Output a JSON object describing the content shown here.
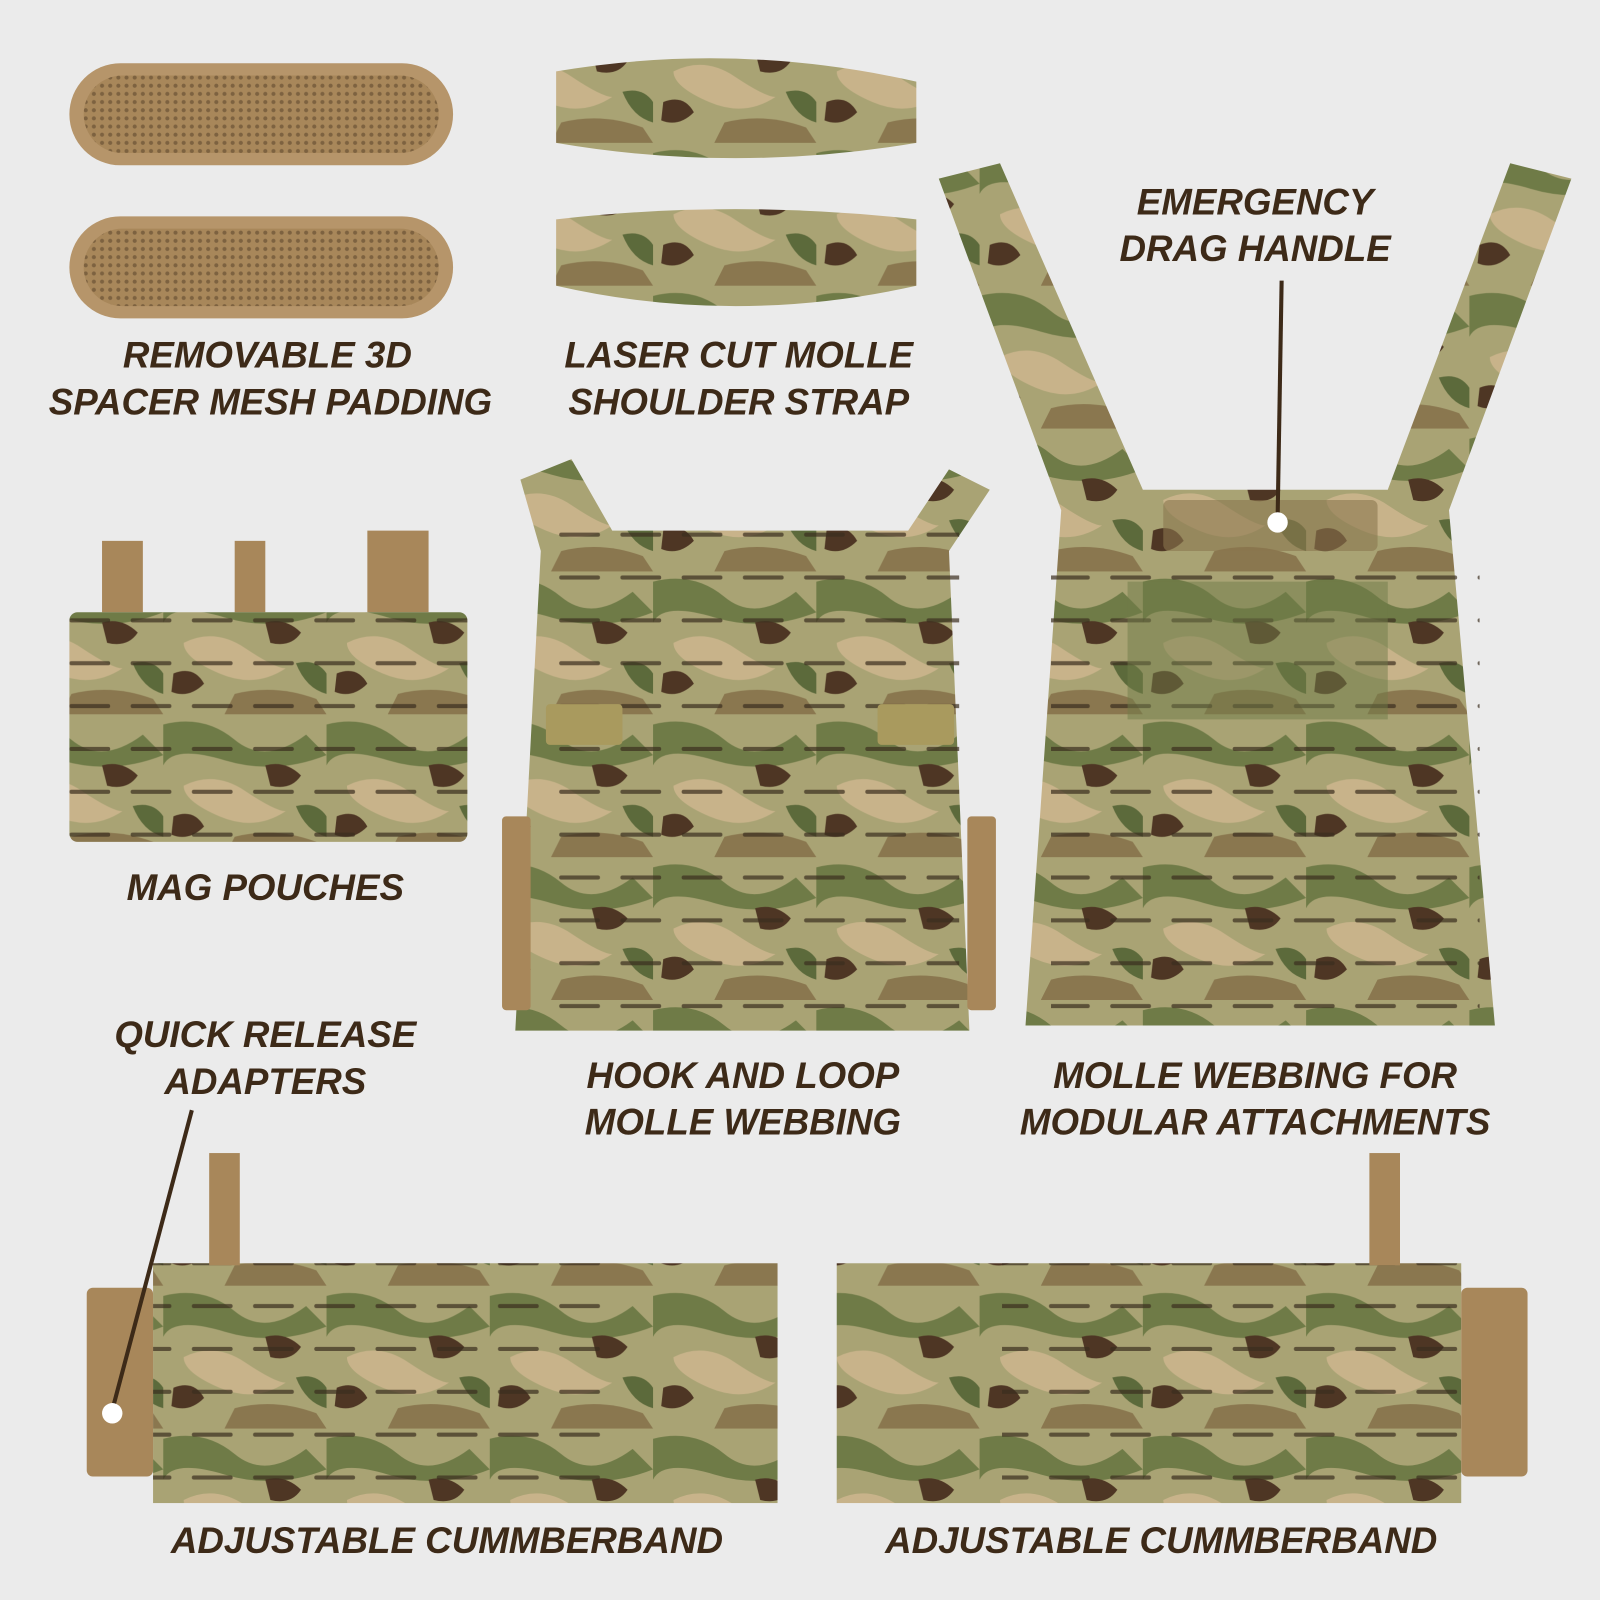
{
  "colors": {
    "background": "#ebebeb",
    "label_text": "#3d2a18",
    "callout_dot": "#ffffff",
    "coyote_brown": "#a8875a",
    "camo_base": "#a9a374"
  },
  "features": [
    {
      "id": "padding",
      "lines": [
        "REMOVABLE 3D",
        "SPACER MESH PADDING"
      ]
    },
    {
      "id": "shoulder",
      "lines": [
        "LASER CUT MOLLE",
        "SHOULDER STRAP"
      ]
    },
    {
      "id": "drag",
      "lines": [
        "EMERGENCY",
        "DRAG HANDLE"
      ]
    },
    {
      "id": "mag",
      "lines": [
        "MAG POUCHES"
      ]
    },
    {
      "id": "quick",
      "lines": [
        "QUICK RELEASE",
        "ADAPTERS"
      ]
    },
    {
      "id": "hook",
      "lines": [
        "HOOK AND LOOP",
        "MOLLE WEBBING"
      ]
    },
    {
      "id": "molle",
      "lines": [
        "MOLLE WEBBING FOR",
        "MODULAR ATTACHMENTS"
      ]
    },
    {
      "id": "cummer_left",
      "lines": [
        "ADJUSTABLE CUMMBERBAND"
      ]
    },
    {
      "id": "cummer_right",
      "lines": [
        "ADJUSTABLE CUMMBERBAND"
      ]
    }
  ]
}
